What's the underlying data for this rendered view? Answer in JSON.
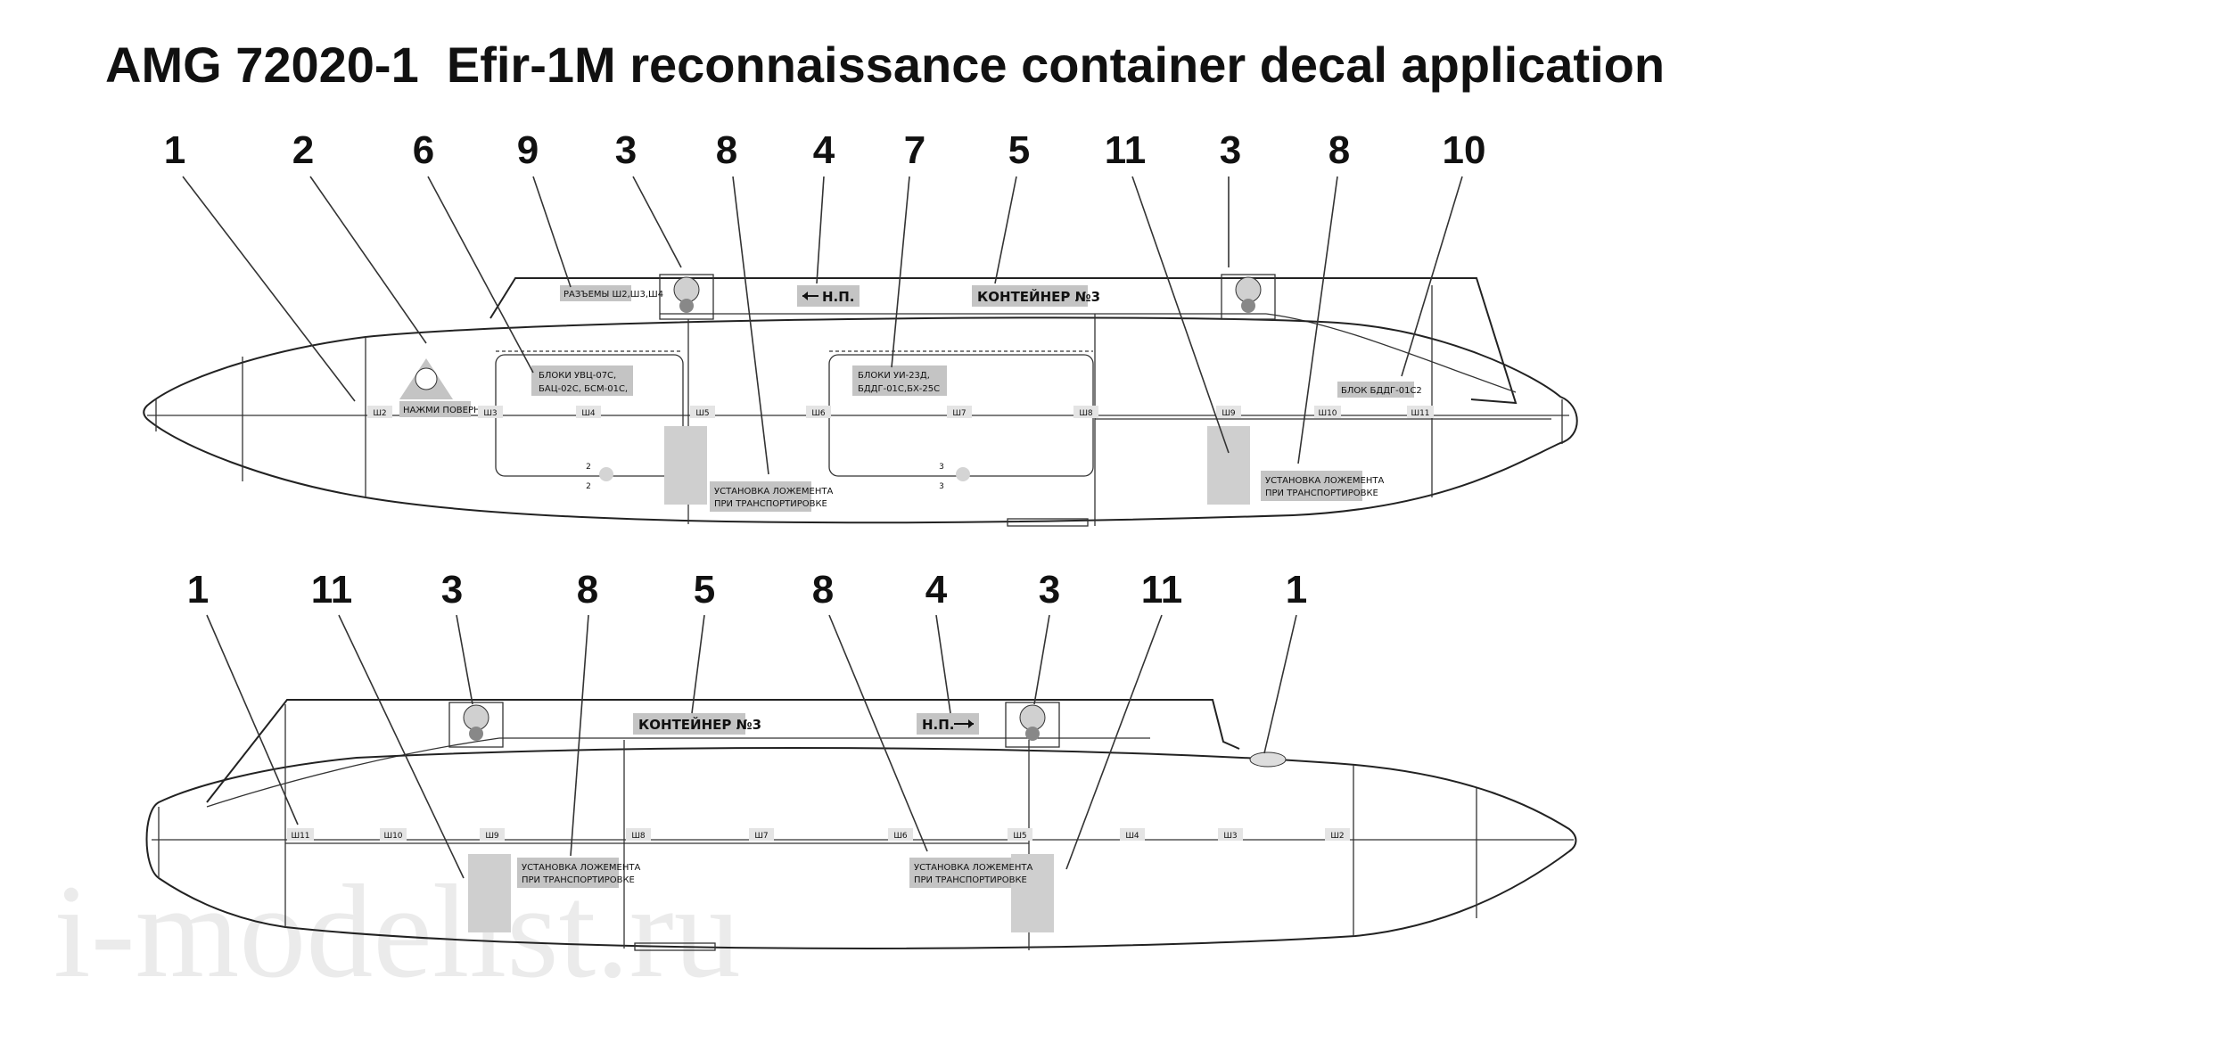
{
  "title": "AMG 72020-1  Efir-1M reconnaissance container decal application",
  "watermark": "i-modelist.ru",
  "top_view": {
    "callouts": [
      "1",
      "2",
      "6",
      "9",
      "3",
      "8",
      "4",
      "7",
      "5",
      "11",
      "3",
      "8",
      "10"
    ],
    "decals": {
      "razemy": "РАЗЪЕМЫ Ш2,Ш3,Ш4",
      "np": "Н.П.",
      "container": "КОНТЕЙНЕР №3",
      "nazhmi": "НАЖМИ ПОВЕРНИ",
      "bloki1_l1": "БЛОКИ УВЦ-07С,",
      "bloki1_l2": "БАЦ-02С, БСМ-01С,",
      "bloki2_l1": "БЛОКИ УИ-23Д,",
      "bloki2_l2": "БДДГ-01С,БХ-25С",
      "blok_bddg": "БЛОК БДДГ-01С2",
      "ustanovka1_l1": "УСТАНОВКА ЛОЖЕМЕНТА",
      "ustanovka1_l2": "ПРИ ТРАНСПОРТИРОВКЕ",
      "ustanovka2_l1": "УСТАНОВКА ЛОЖЕМЕНТА",
      "ustanovka2_l2": "ПРИ ТРАНСПОРТИРОВКЕ"
    },
    "stencils": [
      "Ш2",
      "Ш3",
      "Ш4",
      "Ш5",
      "Ш6",
      "Ш7",
      "Ш8",
      "Ш9",
      "Ш10",
      "Ш11"
    ],
    "hatch_numbers": [
      "2",
      "2",
      "3",
      "3"
    ]
  },
  "bottom_view": {
    "callouts": [
      "1",
      "11",
      "3",
      "8",
      "5",
      "8",
      "4",
      "3",
      "11",
      "1"
    ],
    "decals": {
      "container": "КОНТЕЙНЕР №3",
      "np": "Н.П.",
      "ustanovka1_l1": "УСТАНОВКА ЛОЖЕМЕНТА",
      "ustanovka1_l2": "ПРИ ТРАНСПОРТИРОВКЕ",
      "ustanovka2_l1": "УСТАНОВКА ЛОЖЕМЕНТА",
      "ustanovka2_l2": "ПРИ ТРАНСПОРТИРОВКЕ"
    },
    "stencils": [
      "Ш11",
      "Ш10",
      "Ш9",
      "Ш8",
      "Ш7",
      "Ш6",
      "Ш5",
      "Ш4",
      "Ш3",
      "Ш2"
    ]
  }
}
